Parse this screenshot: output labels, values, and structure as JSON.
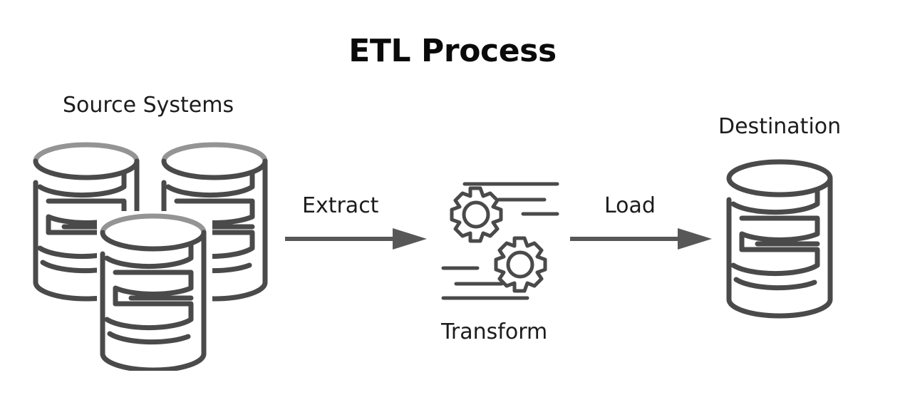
{
  "diagram": {
    "title": "ETL Process",
    "type": "flow",
    "background_color": "#ffffff",
    "stroke_dark": "#4a4a4a",
    "stroke_light": "#8f8f8f",
    "text_color": "#1c1c1c",
    "title_color": "#0a0a0a",
    "nodes": [
      {
        "id": "source",
        "label": "Source Systems",
        "icon": "database-stack-icon",
        "count": 3
      },
      {
        "id": "transform",
        "label": "Transform",
        "icon": "gears-icon",
        "count": 2
      },
      {
        "id": "destination",
        "label": "Destination",
        "icon": "database-icon",
        "count": 1
      }
    ],
    "edges": [
      {
        "id": "extract",
        "label": "Extract",
        "from": "source",
        "to": "transform",
        "icon": "arrow-right-icon"
      },
      {
        "id": "load",
        "label": "Load",
        "from": "transform",
        "to": "destination",
        "icon": "arrow-right-icon"
      }
    ]
  }
}
